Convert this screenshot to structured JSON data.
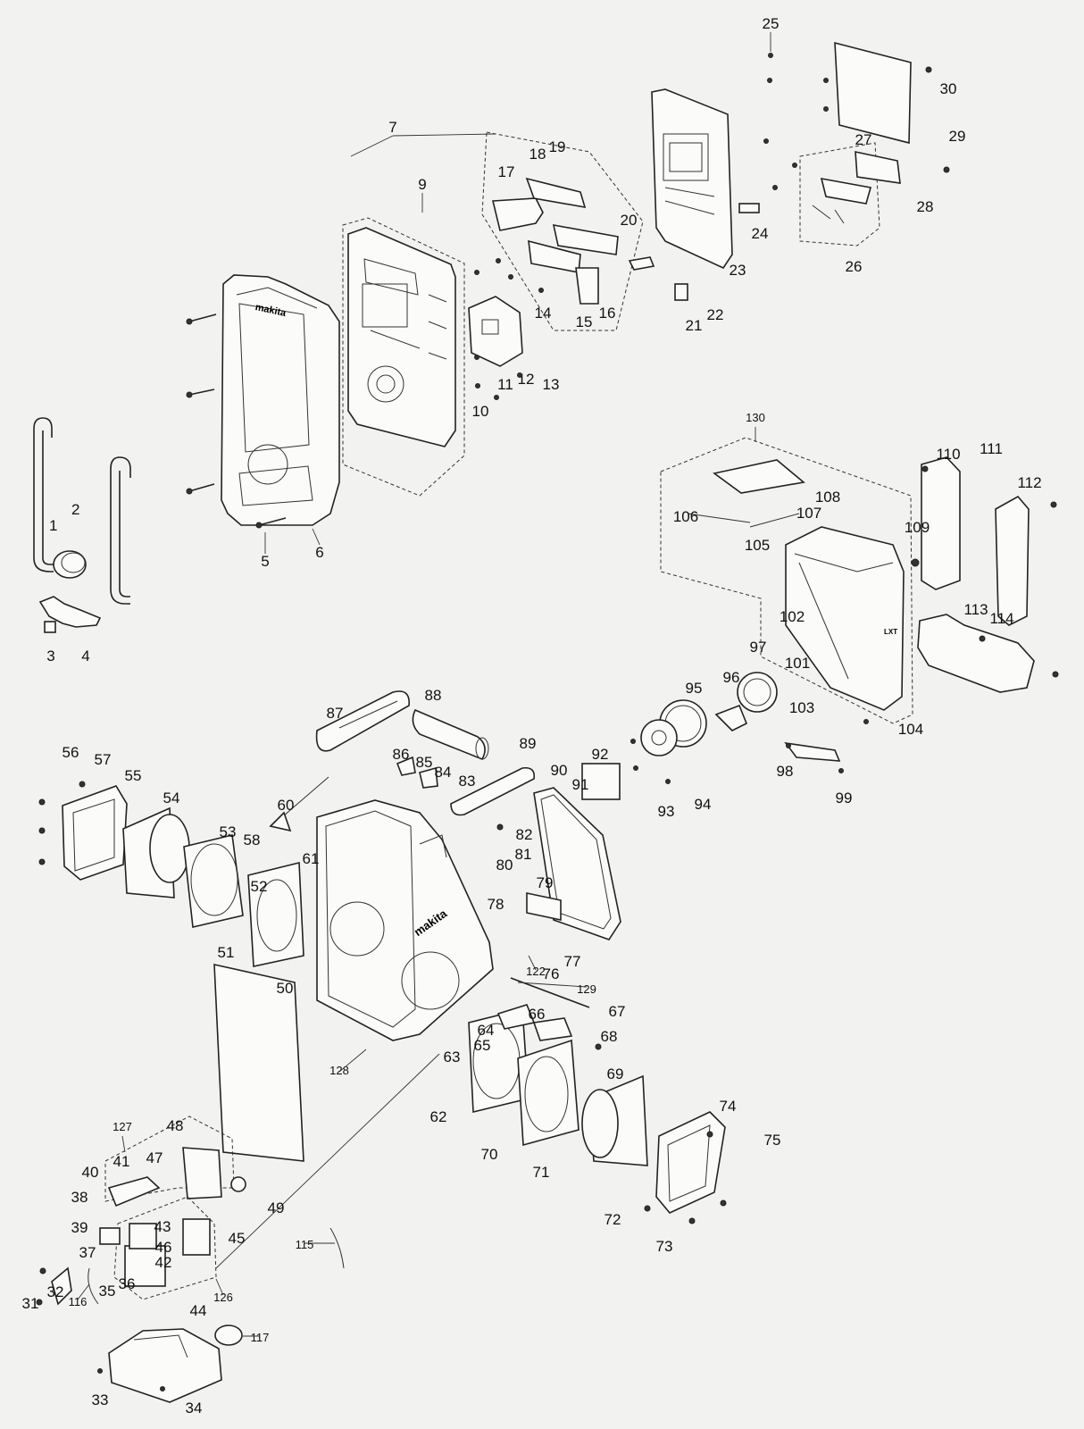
{
  "labels": [
    {
      "text": "1"
    },
    {
      "text": "2"
    },
    {
      "text": "3"
    },
    {
      "text": "4"
    },
    {
      "text": "5"
    },
    {
      "text": "6"
    },
    {
      "text": "7"
    },
    {
      "text": "9"
    },
    {
      "text": "10"
    },
    {
      "text": "11"
    },
    {
      "text": "12"
    },
    {
      "text": "13"
    },
    {
      "text": "14"
    },
    {
      "text": "15"
    },
    {
      "text": "16"
    },
    {
      "text": "17"
    },
    {
      "text": "18"
    },
    {
      "text": "19"
    },
    {
      "text": "20"
    },
    {
      "text": "21"
    },
    {
      "text": "22"
    },
    {
      "text": "23"
    },
    {
      "text": "24"
    },
    {
      "text": "25"
    },
    {
      "text": "26"
    },
    {
      "text": "27"
    },
    {
      "text": "28"
    },
    {
      "text": "29"
    },
    {
      "text": "30"
    },
    {
      "text": "31"
    },
    {
      "text": "32"
    },
    {
      "text": "33"
    },
    {
      "text": "34"
    },
    {
      "text": "35"
    },
    {
      "text": "36"
    },
    {
      "text": "37"
    },
    {
      "text": "38"
    },
    {
      "text": "39"
    },
    {
      "text": "40"
    },
    {
      "text": "41"
    },
    {
      "text": "42"
    },
    {
      "text": "43"
    },
    {
      "text": "44"
    },
    {
      "text": "45"
    },
    {
      "text": "46"
    },
    {
      "text": "47"
    },
    {
      "text": "48"
    },
    {
      "text": "49"
    },
    {
      "text": "50"
    },
    {
      "text": "51"
    },
    {
      "text": "52"
    },
    {
      "text": "53"
    },
    {
      "text": "54"
    },
    {
      "text": "55"
    },
    {
      "text": "56"
    },
    {
      "text": "57"
    },
    {
      "text": "58"
    },
    {
      "text": "60"
    },
    {
      "text": "61"
    },
    {
      "text": "62"
    },
    {
      "text": "63"
    },
    {
      "text": "64"
    },
    {
      "text": "65"
    },
    {
      "text": "66"
    },
    {
      "text": "67"
    },
    {
      "text": "68"
    },
    {
      "text": "69"
    },
    {
      "text": "70"
    },
    {
      "text": "71"
    },
    {
      "text": "72"
    },
    {
      "text": "73"
    },
    {
      "text": "74"
    },
    {
      "text": "75"
    },
    {
      "text": "76"
    },
    {
      "text": "77"
    },
    {
      "text": "78"
    },
    {
      "text": "79"
    },
    {
      "text": "80"
    },
    {
      "text": "81"
    },
    {
      "text": "82"
    },
    {
      "text": "83"
    },
    {
      "text": "84"
    },
    {
      "text": "85"
    },
    {
      "text": "86"
    },
    {
      "text": "87"
    },
    {
      "text": "88"
    },
    {
      "text": "89"
    },
    {
      "text": "90"
    },
    {
      "text": "91"
    },
    {
      "text": "92"
    },
    {
      "text": "93"
    },
    {
      "text": "94"
    },
    {
      "text": "95"
    },
    {
      "text": "96"
    },
    {
      "text": "97"
    },
    {
      "text": "98"
    },
    {
      "text": "99"
    },
    {
      "text": "101"
    },
    {
      "text": "102"
    },
    {
      "text": "103"
    },
    {
      "text": "104"
    },
    {
      "text": "105"
    },
    {
      "text": "106"
    },
    {
      "text": "107"
    },
    {
      "text": "108"
    },
    {
      "text": "109"
    },
    {
      "text": "110"
    },
    {
      "text": "111"
    },
    {
      "text": "112"
    },
    {
      "text": "113"
    },
    {
      "text": "114"
    },
    {
      "text": "115"
    },
    {
      "text": "116"
    },
    {
      "text": "117"
    },
    {
      "text": "122"
    },
    {
      "text": "126"
    },
    {
      "text": "127"
    },
    {
      "text": "128"
    },
    {
      "text": "129"
    },
    {
      "text": "130"
    }
  ],
  "brand_marks": {
    "front_frame": "makita",
    "housing": "makita"
  }
}
